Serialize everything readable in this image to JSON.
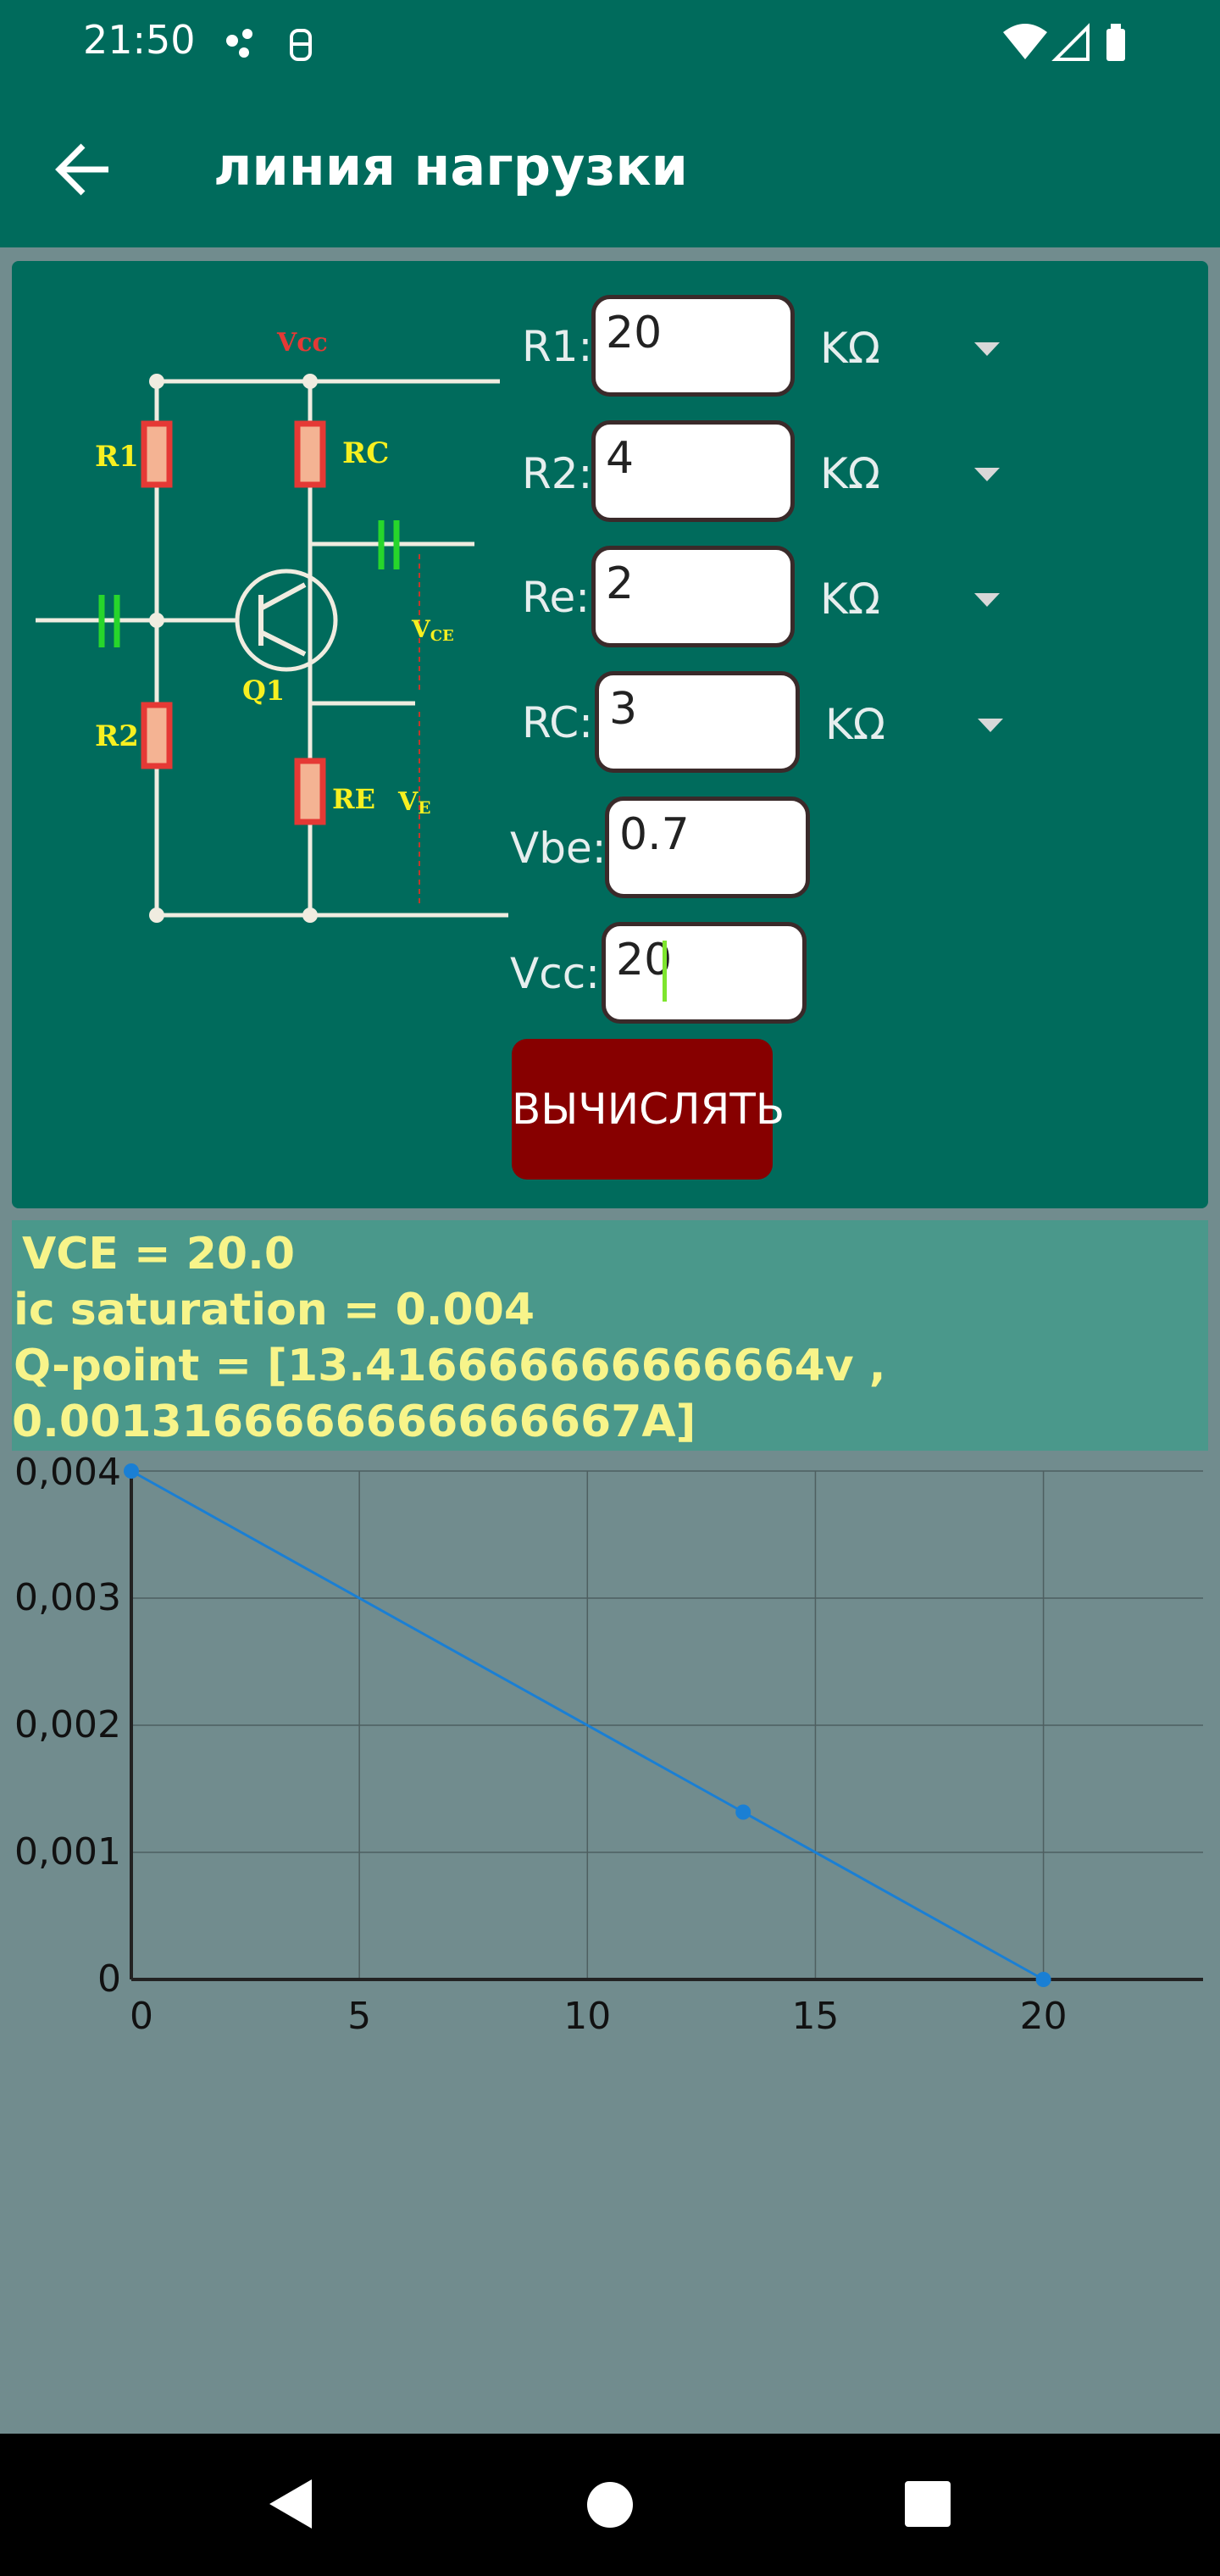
{
  "status_bar": {
    "time": "21:50"
  },
  "app_bar": {
    "title": "линия нагрузки"
  },
  "circuit": {
    "labels": {
      "vcc": "Vcc",
      "r1": "R1",
      "rc": "RC",
      "r2": "R2",
      "re": "RE",
      "q1": "Q1",
      "vce": "V",
      "vce_sub": "CE",
      "ve": "V",
      "ve_sub": "E"
    }
  },
  "params": [
    {
      "label": "R1:",
      "value": "20",
      "unit": "KΩ"
    },
    {
      "label": "R2:",
      "value": "4",
      "unit": "KΩ"
    },
    {
      "label": "Re:",
      "value": "2",
      "unit": "KΩ"
    },
    {
      "label": "RC:",
      "value": "3",
      "unit": "KΩ"
    },
    {
      "label": "Vbe:",
      "value": "0.7"
    },
    {
      "label": "Vcc:",
      "value": "20"
    }
  ],
  "calc_button": "ВЫЧИСЛЯТЬ",
  "results": {
    "line1": "VCE = 20.0",
    "line2": " ic saturation = 0.004",
    "line3": " Q-point = [13.416666666666664v ,",
    "line4": "0.0013166666666666667A]"
  },
  "chart_data": {
    "type": "line",
    "x": [
      0,
      13.416666666666664,
      20
    ],
    "y": [
      0.004,
      0.0013166666666666667,
      0
    ],
    "xlim": [
      0,
      23.5
    ],
    "ylim": [
      0,
      0.004
    ],
    "xticks": [
      "0",
      "5",
      "10",
      "15",
      "20"
    ],
    "xtick_values": [
      0,
      5,
      10,
      15,
      20
    ],
    "yticks": [
      "0",
      "0,001",
      "0,002",
      "0,003",
      "0,004"
    ],
    "ytick_values": [
      0,
      0.001,
      0.002,
      0.003,
      0.004
    ],
    "grid": true,
    "line_color": "#1a7fd4"
  },
  "colors": {
    "primary": "#006b5c",
    "accent_button": "#870000",
    "results_bg": "#4a988b",
    "results_text": "#f7f48a"
  },
  "nav_bar": {
    "icons": [
      "back-triangle-icon",
      "home-circle-icon",
      "recents-square-icon"
    ]
  }
}
